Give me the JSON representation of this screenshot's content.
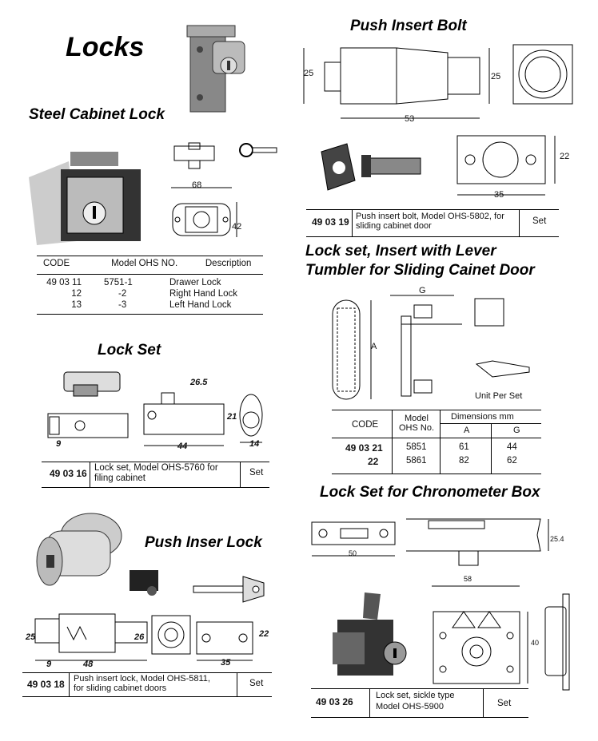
{
  "page_title": "Locks",
  "sections": {
    "steel_cabinet": {
      "title": "Steel Cabinet Lock",
      "dims": [
        "68",
        "42"
      ],
      "headers": [
        "CODE",
        "Model OHS NO.",
        "Description"
      ],
      "rows": [
        {
          "code": "49 03 11",
          "model": "5751-1",
          "desc": "Drawer Lock"
        },
        {
          "code": "12",
          "model": "-2",
          "desc": "Right Hand Lock"
        },
        {
          "code": "13",
          "model": "-3",
          "desc": "Left Hand Lock"
        }
      ]
    },
    "push_bolt": {
      "title": "Push Insert Bolt",
      "dims": [
        "25",
        "25",
        "53",
        "22",
        "35"
      ],
      "code": "49 03 19",
      "desc": "Push insert bolt, Model OHS-5802, for sliding cabinet door",
      "unit": "Set"
    },
    "lever": {
      "title_line1": "Lock set, Insert with Lever",
      "title_line2": "Tumbler for Sliding Cainet Door",
      "dim_a": "A",
      "dim_g": "G",
      "unit_note": "Unit Per Set",
      "headers": {
        "code": "CODE",
        "model": "Model OHS No.",
        "dims": "Dimensions mm",
        "a": "A",
        "g": "G"
      },
      "rows": [
        {
          "code": "49 03 21",
          "model": "5851",
          "a": "61",
          "g": "44"
        },
        {
          "code": "22",
          "model": "5861",
          "a": "82",
          "g": "62"
        }
      ]
    },
    "lock_set": {
      "title": "Lock Set",
      "dims": [
        "26.5",
        "21",
        "44",
        "14",
        "9"
      ],
      "code": "49 03 16",
      "desc": "Lock set, Model OHS-5760 for filing cabinet",
      "unit": "Set"
    },
    "chronometer": {
      "title": "Lock Set for Chronometer Box",
      "dims": [
        "50",
        "25.4",
        "58",
        "40"
      ],
      "code": "49 03 26",
      "desc_line1": "Lock set, sickle type",
      "desc_line2": "Model OHS-5900",
      "unit": "Set"
    },
    "push_lock": {
      "title": "Push Inser Lock",
      "dims": [
        "25",
        "9",
        "48",
        "26",
        "22",
        "35"
      ],
      "code": "49 03 18",
      "desc_line1": "Push insert lock, Model OHS-5811,",
      "desc_line2": "for sliding cabinet doors",
      "unit": "Set"
    }
  }
}
